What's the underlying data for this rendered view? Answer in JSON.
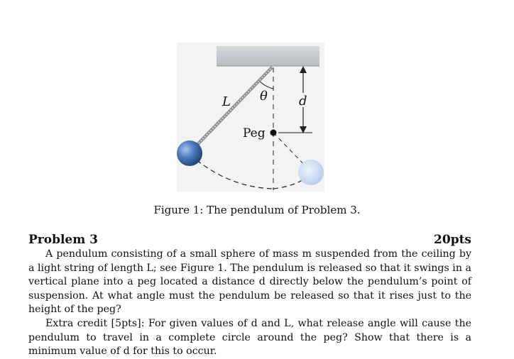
{
  "figure": {
    "labels": {
      "length": "L",
      "angle": "θ",
      "distance": "d",
      "peg": "Peg"
    },
    "caption": "Figure 1: The pendulum of Problem 3."
  },
  "problem": {
    "title": "Problem 3",
    "points": "20pts",
    "paragraph1": "A pendulum consisting of a small sphere of mass m suspended from the ceiling by a light string of length L; see Figure 1. The pendulum is released so that it swings in a vertical plane into a peg located a distance d directly below the pendulum’s point of suspension. At what angle must the pendulum be released so that it rises just to the height of the peg?",
    "paragraph2": "Extra credit [5pts]: For given values of d and L, what release angle will cause the pendulum to travel in a complete circle around the peg? Show that there is a minimum value of d for this to occur."
  }
}
